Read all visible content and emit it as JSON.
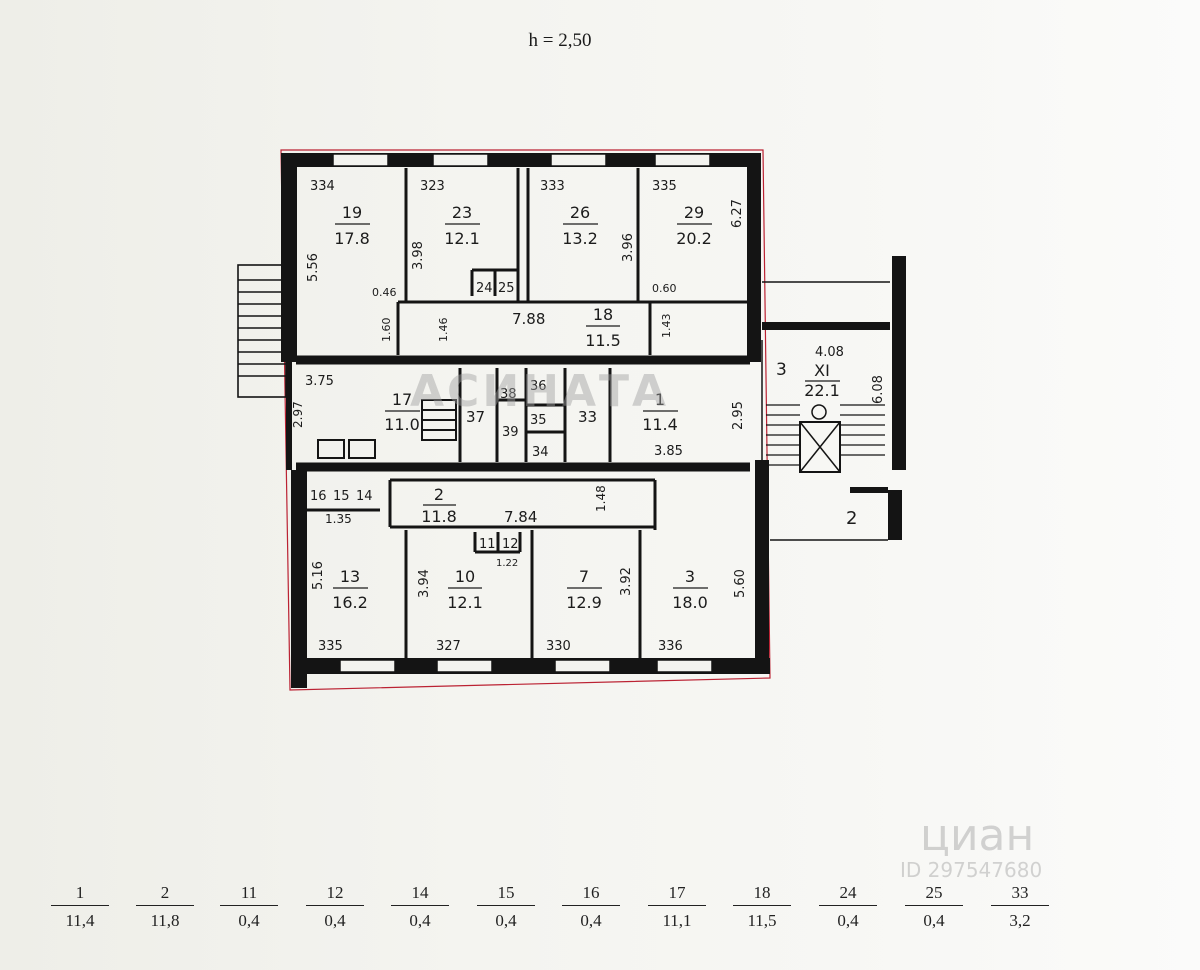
{
  "height_label": "h = 2,50",
  "rooms": [
    {
      "id": "r19",
      "num": "19",
      "area": "17.8"
    },
    {
      "id": "r23",
      "num": "23",
      "area": "12.1"
    },
    {
      "id": "r26",
      "num": "26",
      "area": "13.2"
    },
    {
      "id": "r29",
      "num": "29",
      "area": "20.2"
    },
    {
      "id": "r18",
      "num": "18",
      "area": "11.5"
    },
    {
      "id": "r17",
      "num": "17",
      "area": "11.0"
    },
    {
      "id": "r1",
      "num": "1",
      "area": "11.4"
    },
    {
      "id": "r2",
      "num": "2",
      "area": "11.8"
    },
    {
      "id": "r13",
      "num": "13",
      "area": "16.2"
    },
    {
      "id": "r10",
      "num": "10",
      "area": "12.1"
    },
    {
      "id": "r7",
      "num": "7",
      "area": "12.9"
    },
    {
      "id": "r3",
      "num": "3",
      "area": "18.0"
    },
    {
      "id": "rxi",
      "num": "XI",
      "area": "22.1"
    }
  ],
  "small_labels": [
    "24",
    "25",
    "38",
    "36",
    "37",
    "35",
    "33",
    "39",
    "34",
    "16",
    "15",
    "14",
    "11",
    "12",
    "3",
    "2"
  ],
  "dimensions": [
    "334",
    "323",
    "333",
    "335",
    "5.56",
    "3.98",
    "3.96",
    "6.27",
    "0.46",
    "1.60",
    "1.46",
    "7.88",
    "0.60",
    "1.43",
    "3.75",
    "2.97",
    "2.95",
    "3.85",
    "4.08",
    "6.08",
    "1.35",
    "7.84",
    "1.48",
    "5.16",
    "3.94",
    "3.92",
    "5.60",
    "1.22",
    "335",
    "327",
    "330",
    "336"
  ],
  "legend": [
    {
      "num": "1",
      "area": "11,4"
    },
    {
      "num": "2",
      "area": "11,8"
    },
    {
      "num": "11",
      "area": "0,4"
    },
    {
      "num": "12",
      "area": "0,4"
    },
    {
      "num": "14",
      "area": "0,4"
    },
    {
      "num": "15",
      "area": "0,4"
    },
    {
      "num": "16",
      "area": "0,4"
    },
    {
      "num": "17",
      "area": "11,1"
    },
    {
      "num": "18",
      "area": "11,5"
    },
    {
      "num": "24",
      "area": "0,4"
    },
    {
      "num": "25",
      "area": "0,4"
    },
    {
      "num": "33",
      "area": "3,2"
    }
  ],
  "watermark": {
    "brand": "АСИНАТА",
    "cian": "циан",
    "cian_id": "ID 297547680"
  }
}
